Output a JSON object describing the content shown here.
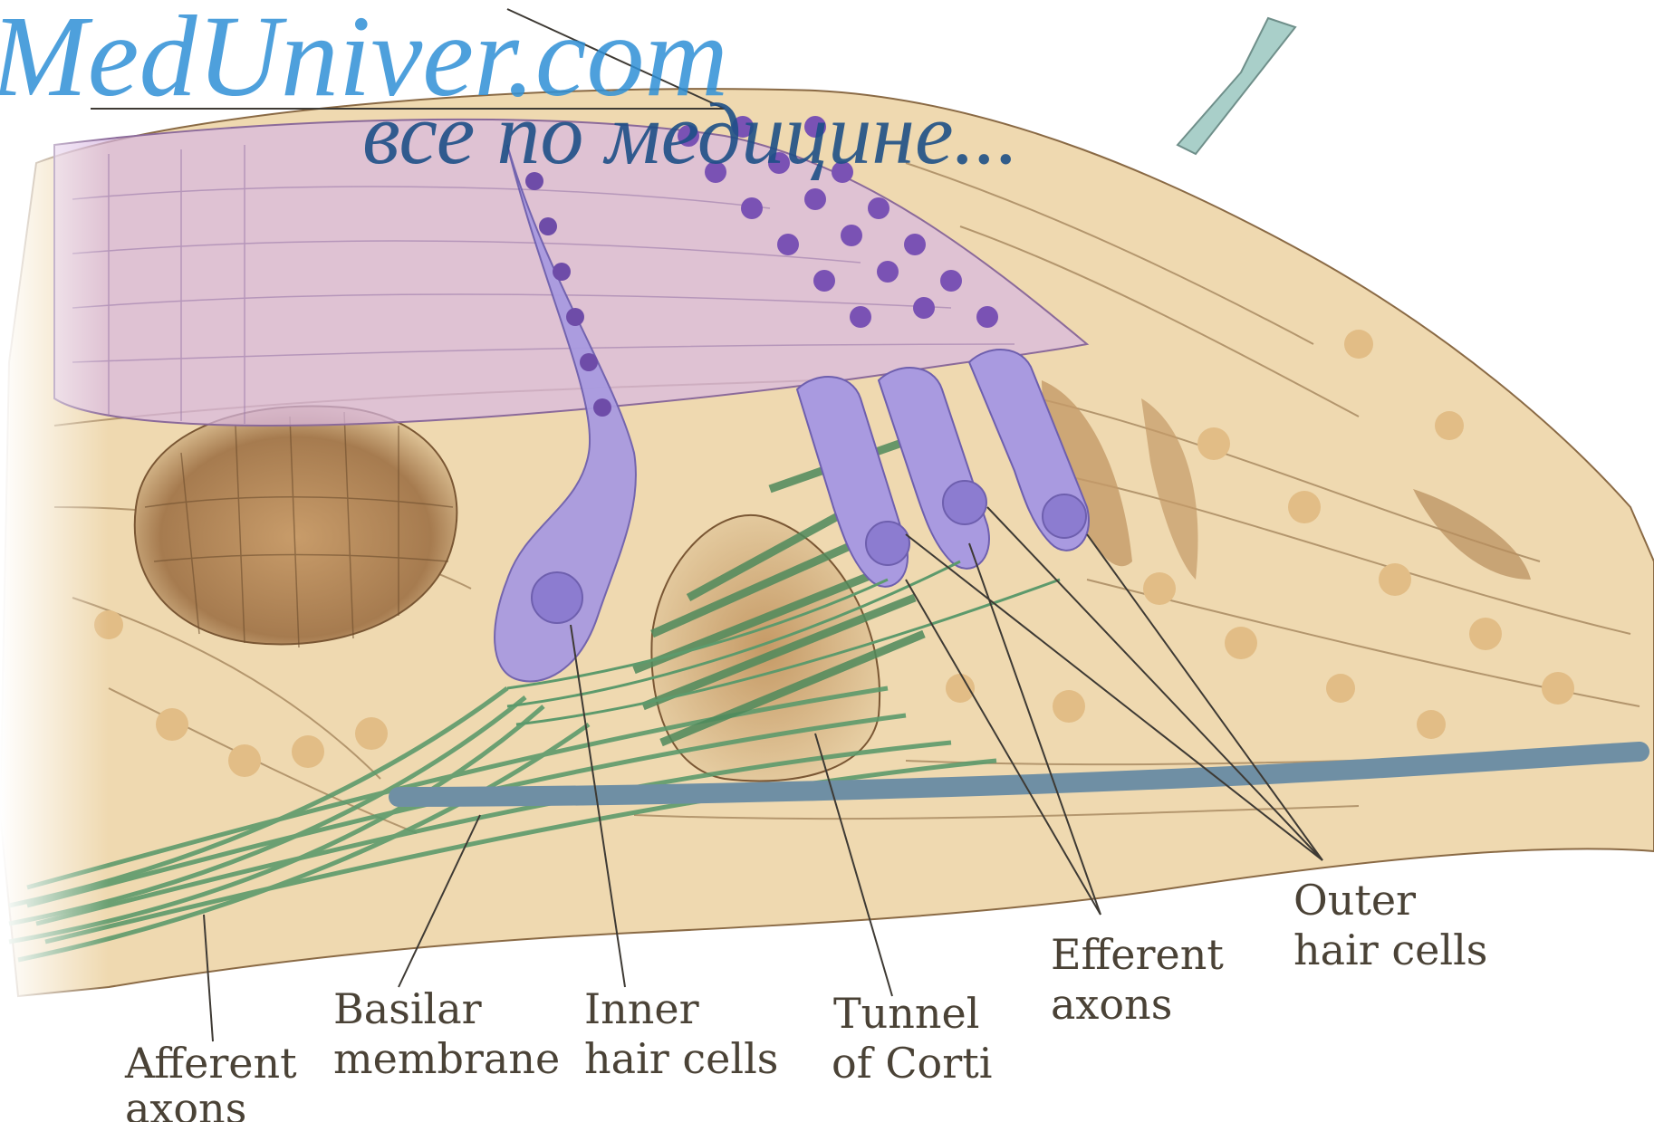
{
  "watermark": {
    "site": "MedUniver.com",
    "tagline": "все по медицине..."
  },
  "labels": {
    "afferent_axons": [
      "Afferent",
      "axons"
    ],
    "basilar_membrane": [
      "Basilar",
      "membrane"
    ],
    "inner_hair_cells": [
      "Inner",
      "hair cells"
    ],
    "tunnel_of_corti": [
      "Tunnel",
      "of Corti"
    ],
    "efferent_axons": [
      "Efferent",
      "axons"
    ],
    "outer_hair_cells": [
      "Outer",
      "hair cells"
    ]
  },
  "colors": {
    "tissue": "#efd9b0",
    "tissue_shadow": "#b98f5e",
    "tectorial": "#d9b8e2",
    "hair_cell": "#a99ae0",
    "nerve": "#5d9a6c",
    "basilar": "#6f8fa4",
    "watermark_blue": "#2f8fd6",
    "watermark_dark": "#1d4f86"
  }
}
